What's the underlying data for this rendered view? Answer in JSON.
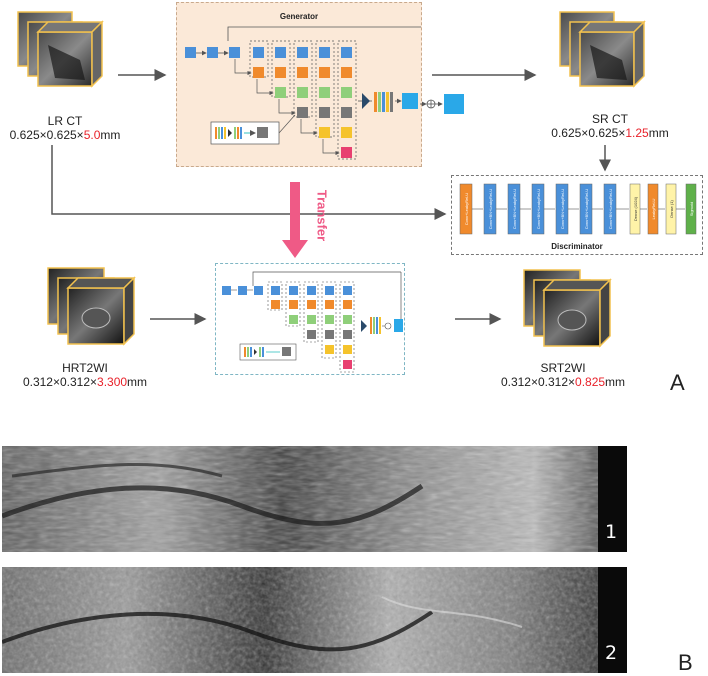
{
  "panel_a": {
    "letter": "A",
    "generator_title": "Generator",
    "discriminator_title": "Discriminator",
    "transfer_label": "Transfer",
    "lr_ct": {
      "name": "LR CT",
      "dims_prefix": "0.625×0.625×",
      "slice": "5.0",
      "unit": "mm"
    },
    "sr_ct": {
      "name": "SR CT",
      "dims_prefix": "0.625×0.625×",
      "slice": "1.25",
      "unit": "mm"
    },
    "hrt2wi": {
      "name": "HRT2WI",
      "dims_prefix": "0.312×0.312×",
      "slice": "3.300",
      "unit": "mm"
    },
    "srt2wi": {
      "name": "SRT2WI",
      "dims_prefix": "0.312×0.312×",
      "slice": "0.825",
      "unit": "mm"
    },
    "discriminator_blocks": [
      "Conv+LeakyReLU",
      "Conv+BN+LeakyReLU",
      "Conv+BN+LeakyReLU",
      "Conv+BN+LeakyReLU",
      "Conv+BN+LeakyReLU",
      "Conv+BN+LeakyReLU",
      "Conv+BN+LeakyReLU",
      "Dense (1024)",
      "LeakyReLU",
      "Dense (1)",
      "Sigmoid"
    ],
    "colors": {
      "highlight": "#e8212a",
      "transfer": "#ef5a86",
      "cube_edge": "#f2c14e"
    }
  },
  "panel_b": {
    "letter": "B",
    "scan_1_label": "1",
    "scan_2_label": "2"
  }
}
